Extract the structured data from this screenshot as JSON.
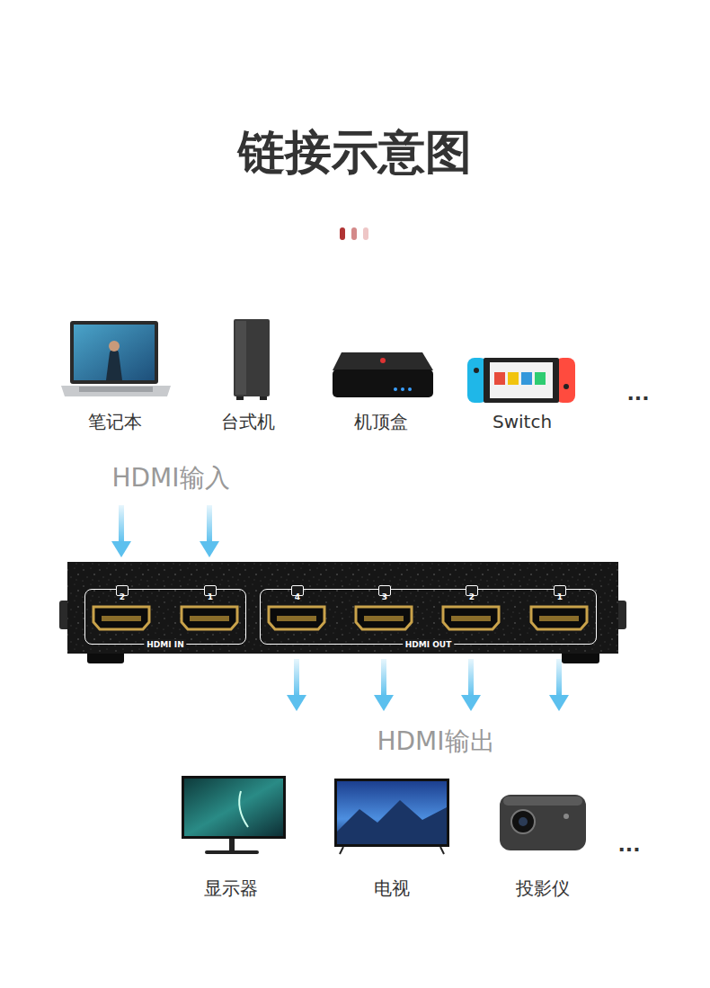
{
  "diagram": {
    "title": "链接示意图",
    "nodes": [
      {
        "text": [
          "HDMI IN"
        ]
      },
      {
        "text": [
          "2"
        ],
        "in": 0
      },
      {
        "text": [
          "1"
        ],
        "in": 0
      },
      {
        "text": [
          "HDMI OUT"
        ]
      },
      {
        "text": [
          "4"
        ],
        "in": 3
      },
      {
        "text": [
          "3"
        ],
        "in": 3
      },
      {
        "text": [
          "2"
        ],
        "in": 3
      },
      {
        "text": [
          "1"
        ],
        "in": 3
      }
    ],
    "labels": [
      "笔记本",
      "台式机",
      "机顶盒",
      "Switch",
      "···",
      "HDMI输入",
      "HDMI输出",
      "显示器",
      "电视",
      "投影仪",
      "···"
    ]
  }
}
